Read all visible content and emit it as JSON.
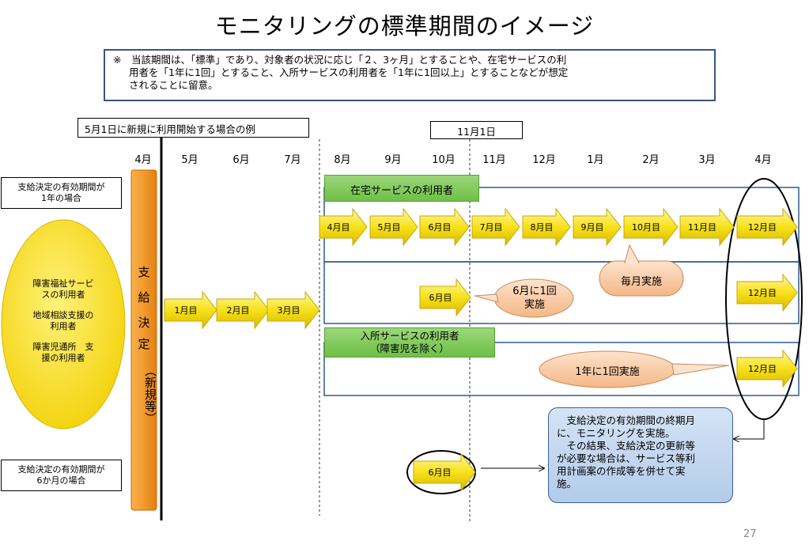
{
  "title": "モニタリングの標準期間のイメージ",
  "note": {
    "line1": "※　当該期間は、「標準」であり、対象者の状況に応じ「２、3ヶ月」とすることや、在宅サービスの利",
    "line2": "用者を「1年に1回」とすること、入所サービスの利用者を「1年に1回以上」とすることなどが想定",
    "line3": "されることに留意。"
  },
  "example_label": "5月1日に新規に利用開始する場合の例",
  "nov_label": "11月1日",
  "months": [
    "4月",
    "5月",
    "6月",
    "7月",
    "8月",
    "9月",
    "10月",
    "11月",
    "12月",
    "1月",
    "2月",
    "3月",
    "4月"
  ],
  "left_box_1year": {
    "line1": "支給決定の有効期間が",
    "line2": "1年の場合"
  },
  "left_box_6month": {
    "line1": "支給決定の有効期間が",
    "line2": "6か月の場合"
  },
  "oval_text": {
    "item1_l1": "障害福祉サービ",
    "item1_l2": "スの利用者",
    "item2_l1": "地域相談支援の",
    "item2_l2": "利用者",
    "item3_l1": "障害児通所　支",
    "item3_l2": "援の利用者"
  },
  "decision_bar": {
    "chars": [
      "支",
      "給",
      "決",
      "定"
    ],
    "paren": "（新規等）"
  },
  "home_label": "在宅サービスの利用者",
  "facility_label": {
    "line1": "入所サービスの利用者",
    "line2": "（障害児を除く）"
  },
  "home_monthly_arrows": [
    "4月目",
    "5月目",
    "6月目",
    "7月目",
    "8月目",
    "9月目",
    "10月目",
    "11月目",
    "12月目"
  ],
  "initial_arrows": [
    "1月目",
    "2月目",
    "3月目"
  ],
  "arrow_6": "6月目",
  "arrow_12": "12月目",
  "callouts": {
    "monthly": "毎月実施",
    "june_l1": "6月に1回",
    "june_l2": "実施",
    "yearly": "1年に1回実施"
  },
  "blue_callout": {
    "p1_l1": "　支給決定の有効期間の終期月",
    "p1_l2": "に、モニタリングを実施。",
    "p2_l1": "　その結果、支給決定の更新等",
    "p2_l2": "が必要な場合は、サービス等利",
    "p2_l3": "用計画案の作成等を併せて実",
    "p2_l4": "施。"
  },
  "page_number": "27",
  "colors": {
    "arrow_fill": "#f7e11a",
    "arrow_edge": "#c9a800",
    "orange_bar": "#f39a2e",
    "oval": "#f7d90a",
    "green": "#7cc655",
    "panel": "#2f5b8f",
    "peach": "#f7c49a"
  }
}
